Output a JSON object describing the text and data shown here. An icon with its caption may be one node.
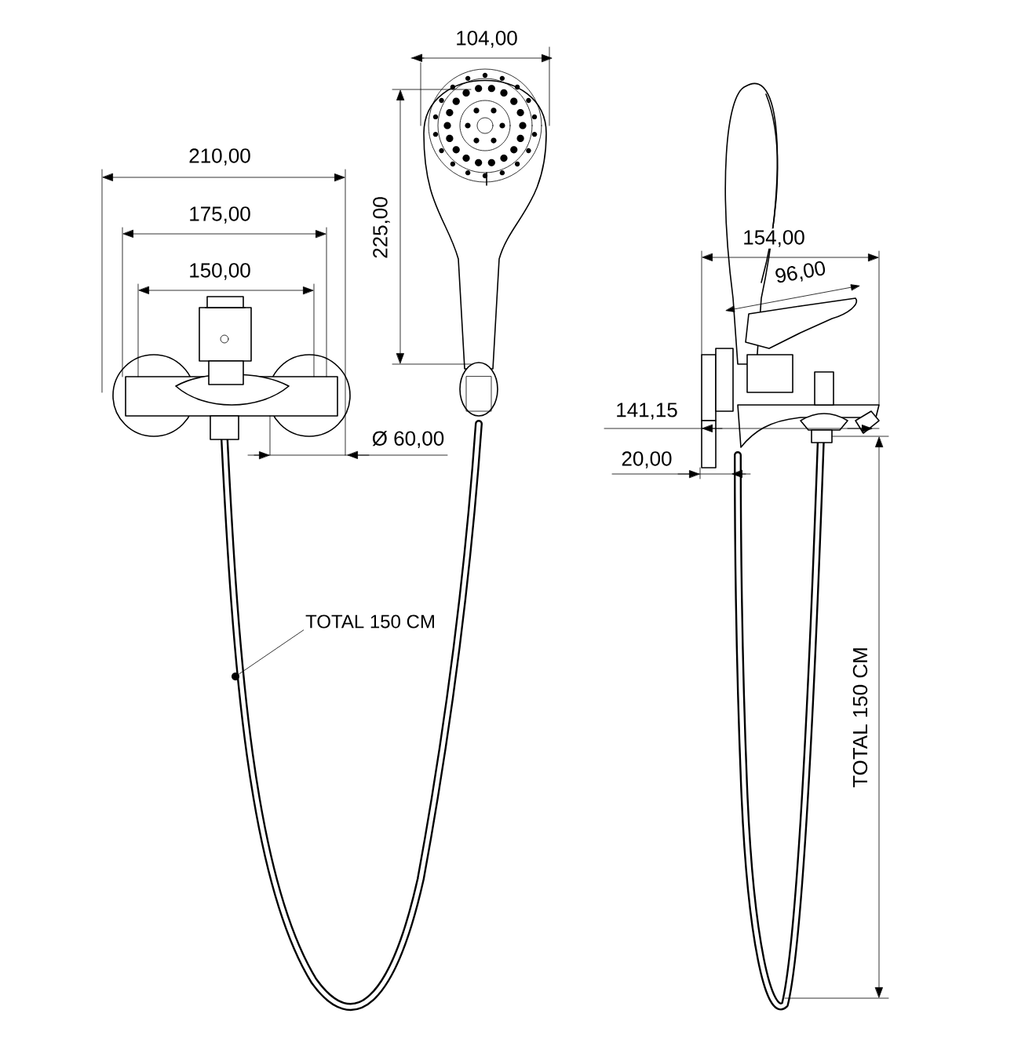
{
  "diagram": {
    "nodes": [
      {
        "text": [
          "TOTAL 150 CM"
        ]
      },
      {
        "text": [],
        "shape": "circle"
      }
    ],
    "edges": [
      {
        "from": 0,
        "to": 1,
        "arrow": "none"
      }
    ],
    "labels": [
      "104,00",
      "210,00",
      "154,00",
      "96,00",
      "175,00",
      "225,00",
      "150,00",
      "141,15",
      "Ø 60,00",
      "20,00",
      "TOTAL 150 CM"
    ]
  }
}
